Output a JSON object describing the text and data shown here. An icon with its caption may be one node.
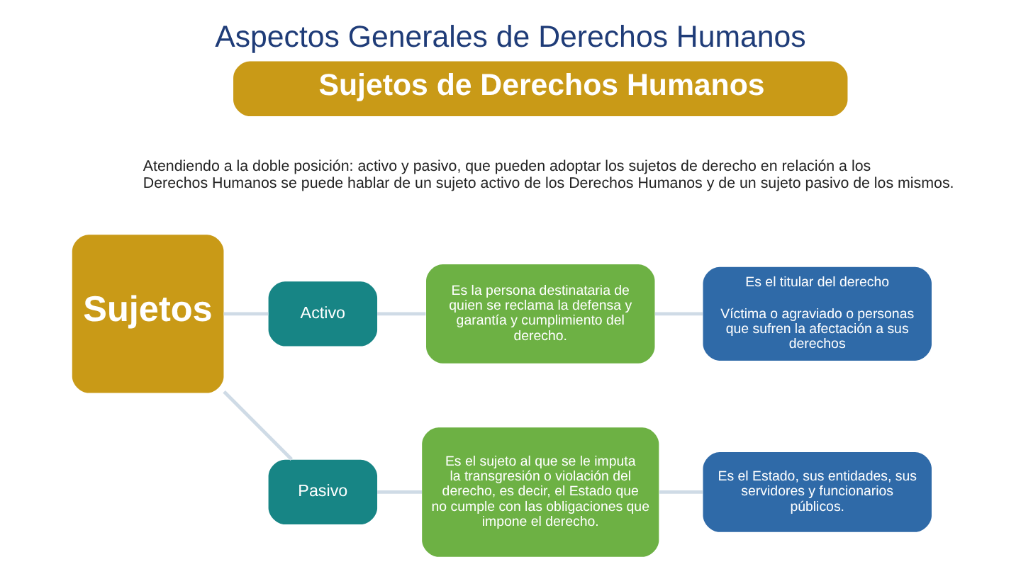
{
  "diagram": {
    "title": "Aspectos Generales de Derechos Humanos",
    "nodes": [
      {
        "text": [
          "Sujetos de Derechos Humanos"
        ]
      },
      {
        "text": [
          "Sujetos"
        ]
      },
      {
        "text": [
          "Activo"
        ]
      },
      {
        "text": [
          "Es la persona destinataria de quien se reclama la defensa y garantía y cumplimiento del derecho."
        ]
      },
      {
        "text": [
          "Es el titular del derecho",
          "Víctima o agraviado o personas que sufren la afectación a sus derechos"
        ]
      },
      {
        "text": [
          "Pasivo"
        ]
      },
      {
        "text": [
          "Es el sujeto al que se le imputa la transgresión o violación del derecho, es decir, el Estado que no cumple con las obligaciones que impone el derecho."
        ]
      },
      {
        "text": [
          "Es el Estado, sus entidades, sus servidores y funcionarios públicos."
        ]
      }
    ],
    "edges": [
      {
        "from": 1,
        "to": 2,
        "arrow": "none"
      },
      {
        "from": 1,
        "to": 5,
        "arrow": "none"
      },
      {
        "from": 2,
        "to": 3,
        "arrow": "none"
      },
      {
        "from": 3,
        "to": 4,
        "arrow": "none"
      },
      {
        "from": 5,
        "to": 6,
        "arrow": "none"
      },
      {
        "from": 6,
        "to": 7,
        "arrow": "none"
      }
    ],
    "labels": [
      "Atendiendo a la doble posición: activo y pasivo, que pueden adoptar los sujetos de derecho en relación a los Derechos Humanos se puede hablar de un sujeto activo de los Derechos Humanos y de un sujeto pasivo de los mismos."
    ]
  }
}
